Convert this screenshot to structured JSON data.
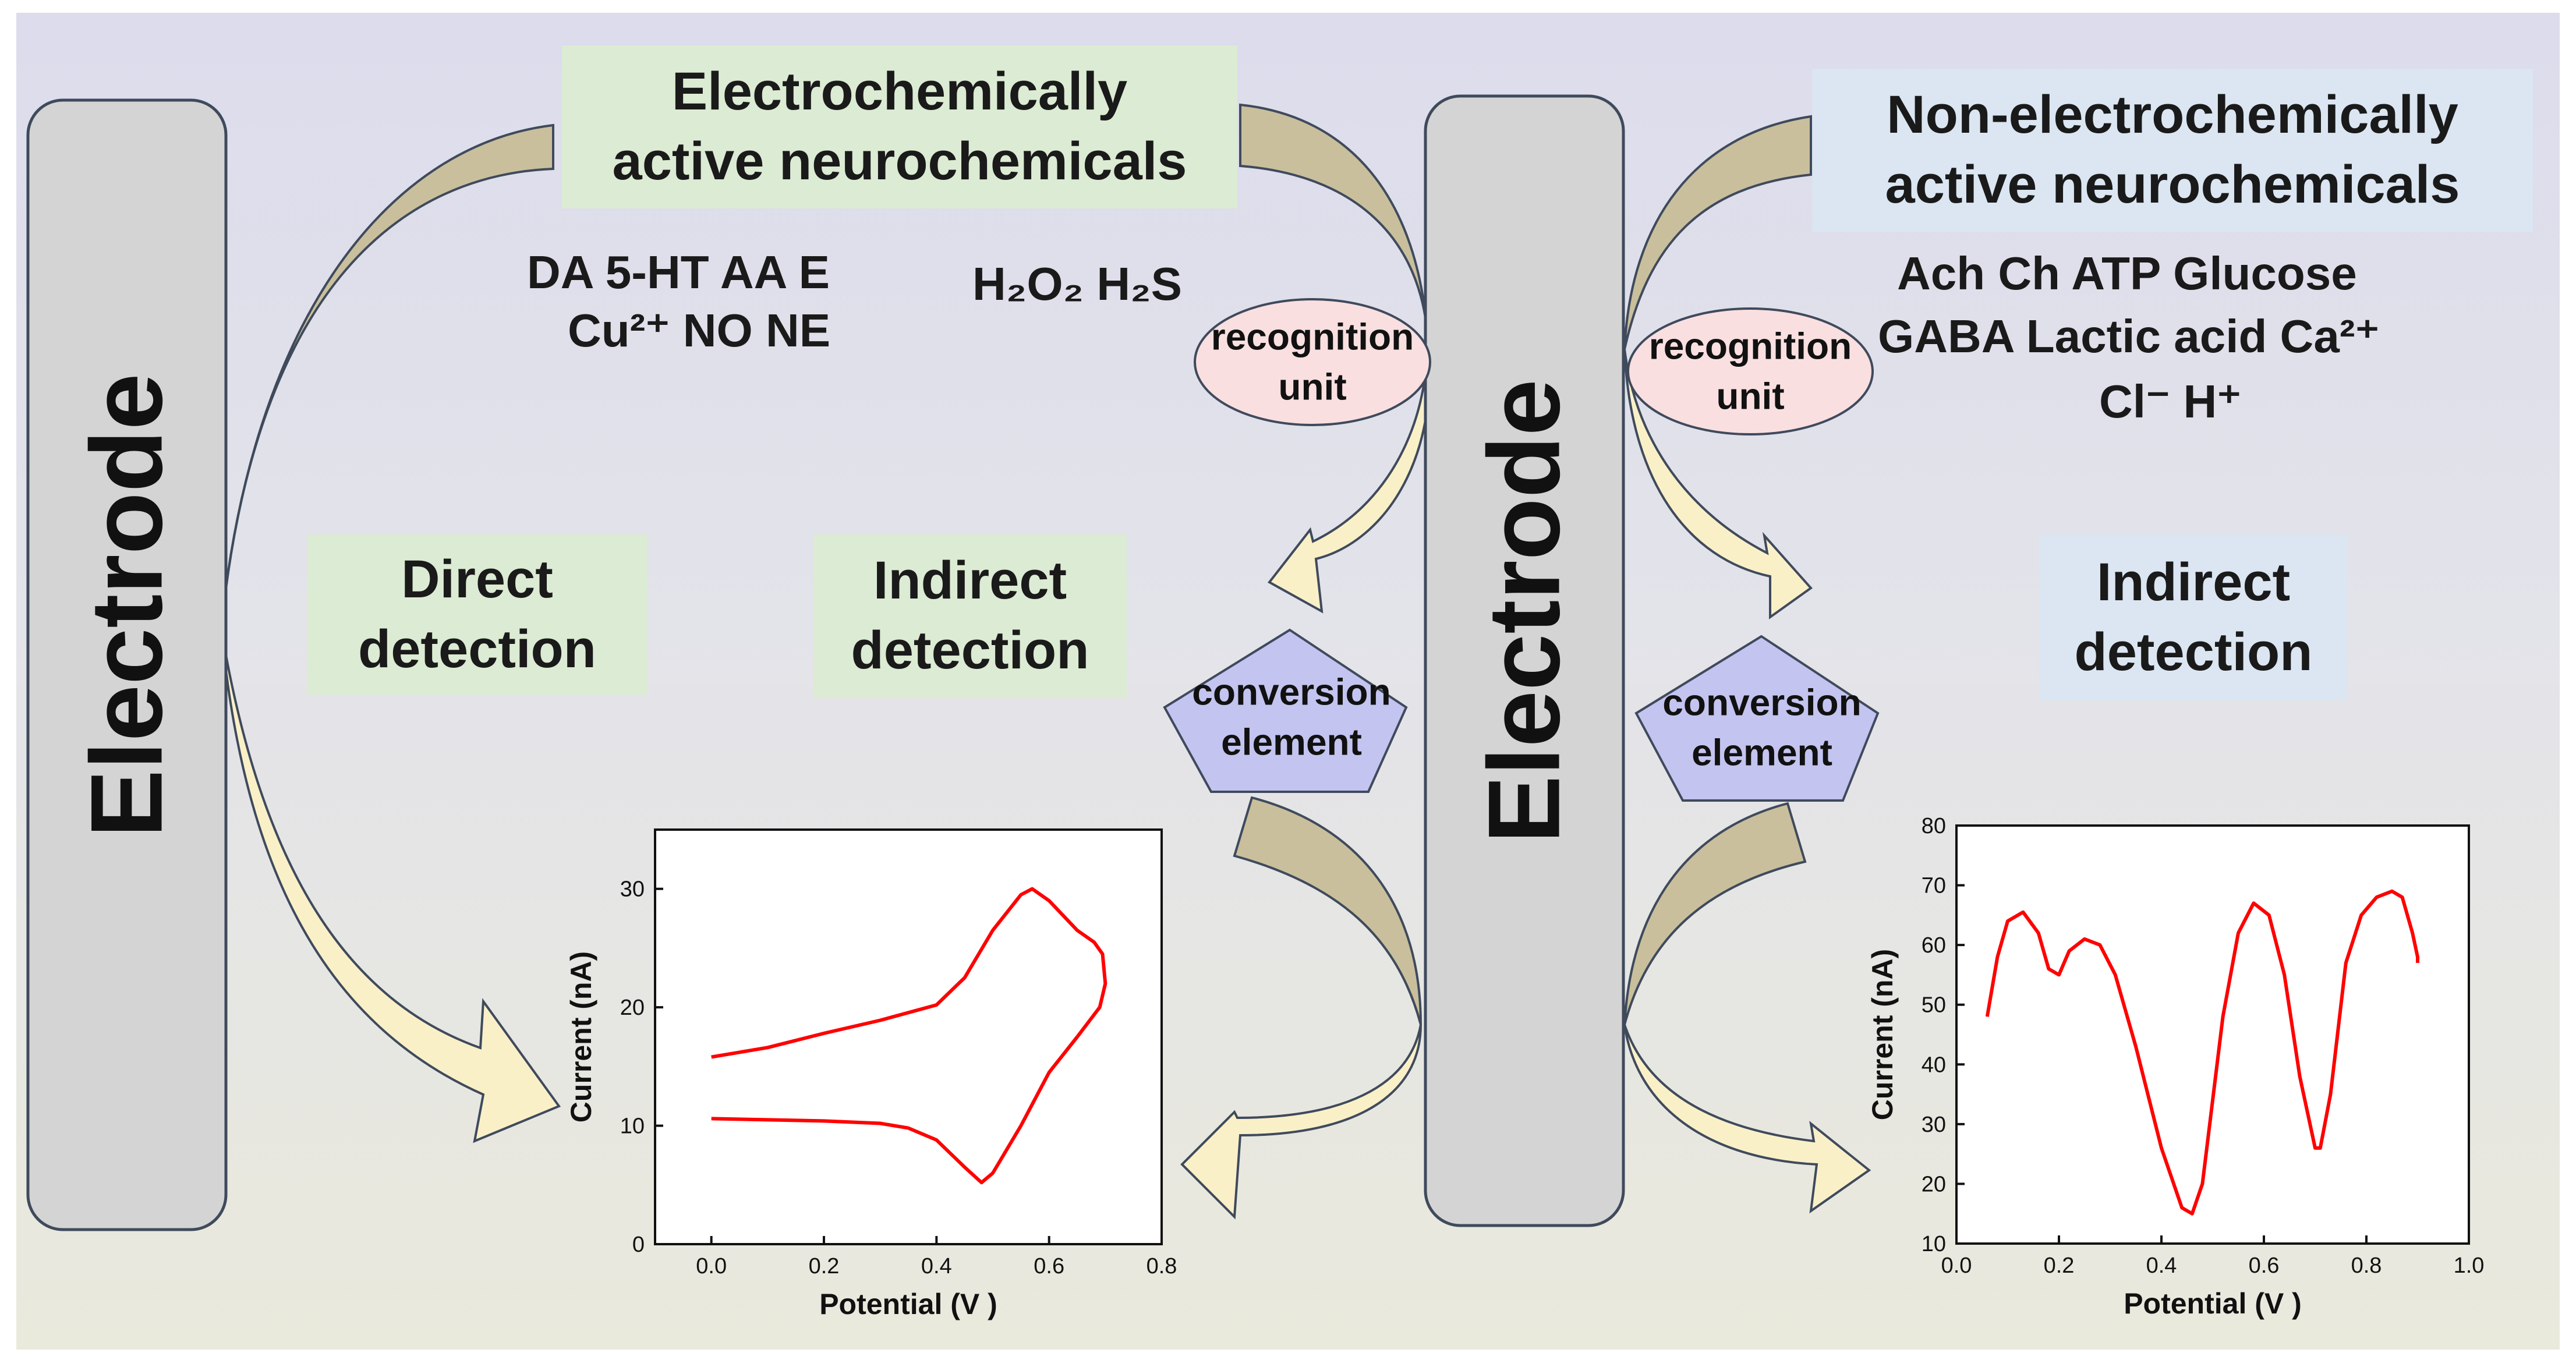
{
  "electrode_left": {
    "label": "Electrode"
  },
  "electrode_right": {
    "label": "Electrode"
  },
  "electro_active_title": {
    "line1": "Electrochemically",
    "line2": "active neurochemicals"
  },
  "non_electro_active_title": {
    "line1": "Non-electrochemically",
    "line2": "active neurochemicals"
  },
  "electro_active_species": {
    "line1": "DA  5-HT  AA E",
    "line2": "Cu²⁺ NO NE"
  },
  "peroxide_species": "H₂O₂  H₂S",
  "non_electro_species": {
    "line1": "Ach  Ch  ATP  Glucose",
    "line2": "GABA  Lactic acid    Ca²⁺",
    "line3": "Cl⁻  H⁺"
  },
  "direct_detection": {
    "line1": "Direct",
    "line2": "detection"
  },
  "indirect_detection_left": {
    "line1": "Indirect",
    "line2": "detection"
  },
  "indirect_detection_right": {
    "line1": "Indirect",
    "line2": "detection"
  },
  "recognition_unit_left": {
    "line1": "recognition",
    "line2": "unit"
  },
  "recognition_unit_right": {
    "line1": "recognition",
    "line2": "unit"
  },
  "conversion_element_left": {
    "line1": "conversion",
    "line2": "element"
  },
  "conversion_element_right": {
    "line1": "conversion",
    "line2": "element"
  },
  "colors": {
    "electrode_fill": "#d4d4d4",
    "electrode_stroke": "#3f4a5c",
    "arrow_tan": "#c9bf9c",
    "arrow_cream": "#faf0c8",
    "recognition_fill": "#f9dfe0",
    "conversion_fill": "#c4c4f0",
    "trace": "#ff0000"
  },
  "chart_data": [
    {
      "type": "line",
      "xlabel": "Potential (V )",
      "ylabel": "Current (nA)",
      "xlim": [
        -0.1,
        0.8
      ],
      "ylim": [
        0,
        35
      ],
      "xticks": [
        "0.0",
        "0.2",
        "0.4",
        "0.6",
        "0.8"
      ],
      "yticks": [
        "0",
        "10",
        "20",
        "30"
      ],
      "series": [
        {
          "x": [
            0.0,
            0.05,
            0.1,
            0.2,
            0.3,
            0.4,
            0.45,
            0.5,
            0.55,
            0.57,
            0.6,
            0.65,
            0.68,
            0.695,
            0.7,
            0.69,
            0.65,
            0.6,
            0.55,
            0.5,
            0.48,
            0.45,
            0.4,
            0.35,
            0.3,
            0.2,
            0.1,
            0.0
          ],
          "y": [
            15.8,
            16.2,
            16.6,
            17.8,
            18.9,
            20.2,
            22.5,
            26.5,
            29.5,
            30.0,
            29.0,
            26.5,
            25.5,
            24.5,
            22.0,
            20.0,
            17.5,
            14.5,
            10.0,
            6.0,
            5.2,
            6.5,
            8.8,
            9.8,
            10.2,
            10.4,
            10.5,
            10.6
          ]
        }
      ]
    },
    {
      "type": "line",
      "xlabel": "Potential (V )",
      "ylabel": "Current (nA)",
      "xlim": [
        0.0,
        1.0
      ],
      "ylim": [
        10,
        80
      ],
      "xticks": [
        "0.0",
        "0.2",
        "0.4",
        "0.6",
        "0.8",
        "1.0"
      ],
      "yticks": [
        "10",
        "20",
        "30",
        "40",
        "50",
        "60",
        "70",
        "80"
      ],
      "series": [
        {
          "x": [
            0.06,
            0.08,
            0.1,
            0.13,
            0.16,
            0.18,
            0.2,
            0.22,
            0.25,
            0.28,
            0.31,
            0.35,
            0.4,
            0.44,
            0.46,
            0.48,
            0.52,
            0.55,
            0.58,
            0.61,
            0.64,
            0.67,
            0.7,
            0.71,
            0.73,
            0.76,
            0.79,
            0.82,
            0.85,
            0.87,
            0.89,
            0.9,
            0.9
          ],
          "y": [
            48,
            58,
            64,
            65.5,
            62,
            56,
            55,
            59,
            61,
            60,
            55,
            43,
            26,
            16,
            15,
            20,
            48,
            62,
            67,
            65,
            55,
            38,
            26,
            26,
            35,
            57,
            65,
            68,
            69,
            68,
            62,
            58,
            57
          ]
        }
      ]
    }
  ]
}
